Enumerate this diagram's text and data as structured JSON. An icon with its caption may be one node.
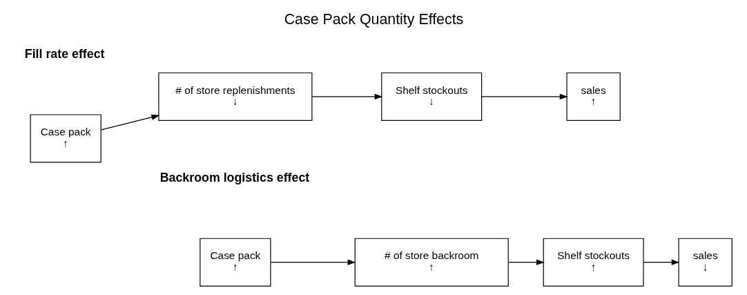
{
  "diagram": {
    "title": "Case Pack Quantity Effects",
    "nodes": [
      {
        "text": [
          "Case pack",
          "↑"
        ]
      },
      {
        "text": [
          "# of store replenishments",
          "↓"
        ]
      },
      {
        "text": [
          "Shelf stockouts",
          "↓"
        ]
      },
      {
        "text": [
          "sales",
          "↑"
        ]
      },
      {
        "text": [
          "Case pack",
          "↑"
        ]
      },
      {
        "text": [
          "# of store backroom",
          "↑"
        ]
      },
      {
        "text": [
          "Shelf stockouts",
          "↑"
        ]
      },
      {
        "text": [
          "sales",
          "↓"
        ]
      }
    ],
    "edges": [
      {
        "from": 0,
        "to": 1,
        "arrow": "to"
      },
      {
        "from": 1,
        "to": 2,
        "arrow": "to"
      },
      {
        "from": 2,
        "to": 3,
        "arrow": "to"
      },
      {
        "from": 4,
        "to": 5,
        "arrow": "to"
      },
      {
        "from": 5,
        "to": 6,
        "arrow": "to"
      },
      {
        "from": 6,
        "to": 7,
        "arrow": "to"
      }
    ],
    "labels": [
      "Fill rate effect",
      "Backroom logistics effect"
    ]
  }
}
